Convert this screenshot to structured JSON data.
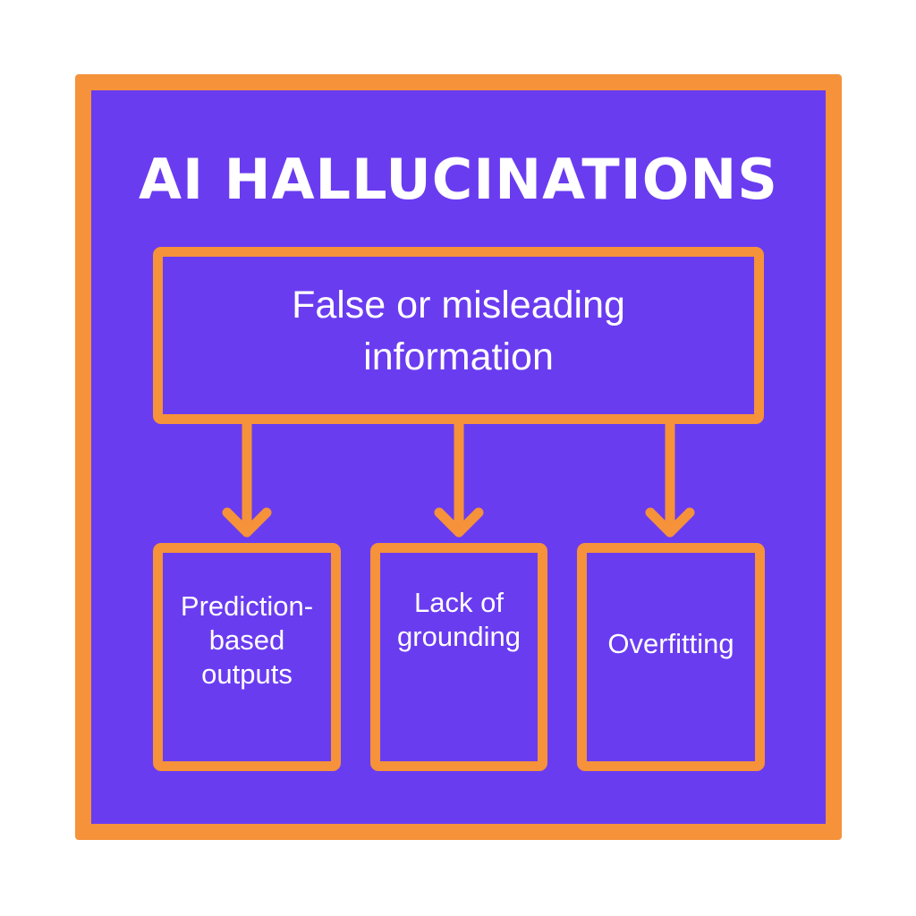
{
  "diagram": {
    "title": "AI HALLUCINATIONS",
    "root": {
      "label": "False or misleading information"
    },
    "children": [
      {
        "label": "Prediction-based outputs"
      },
      {
        "label": "Lack of grounding"
      },
      {
        "label": "Overfitting"
      }
    ],
    "colors": {
      "background": "#6a3cf0",
      "accent": "#f5923a",
      "text": "#ffffff",
      "page": "#ffffff"
    }
  }
}
